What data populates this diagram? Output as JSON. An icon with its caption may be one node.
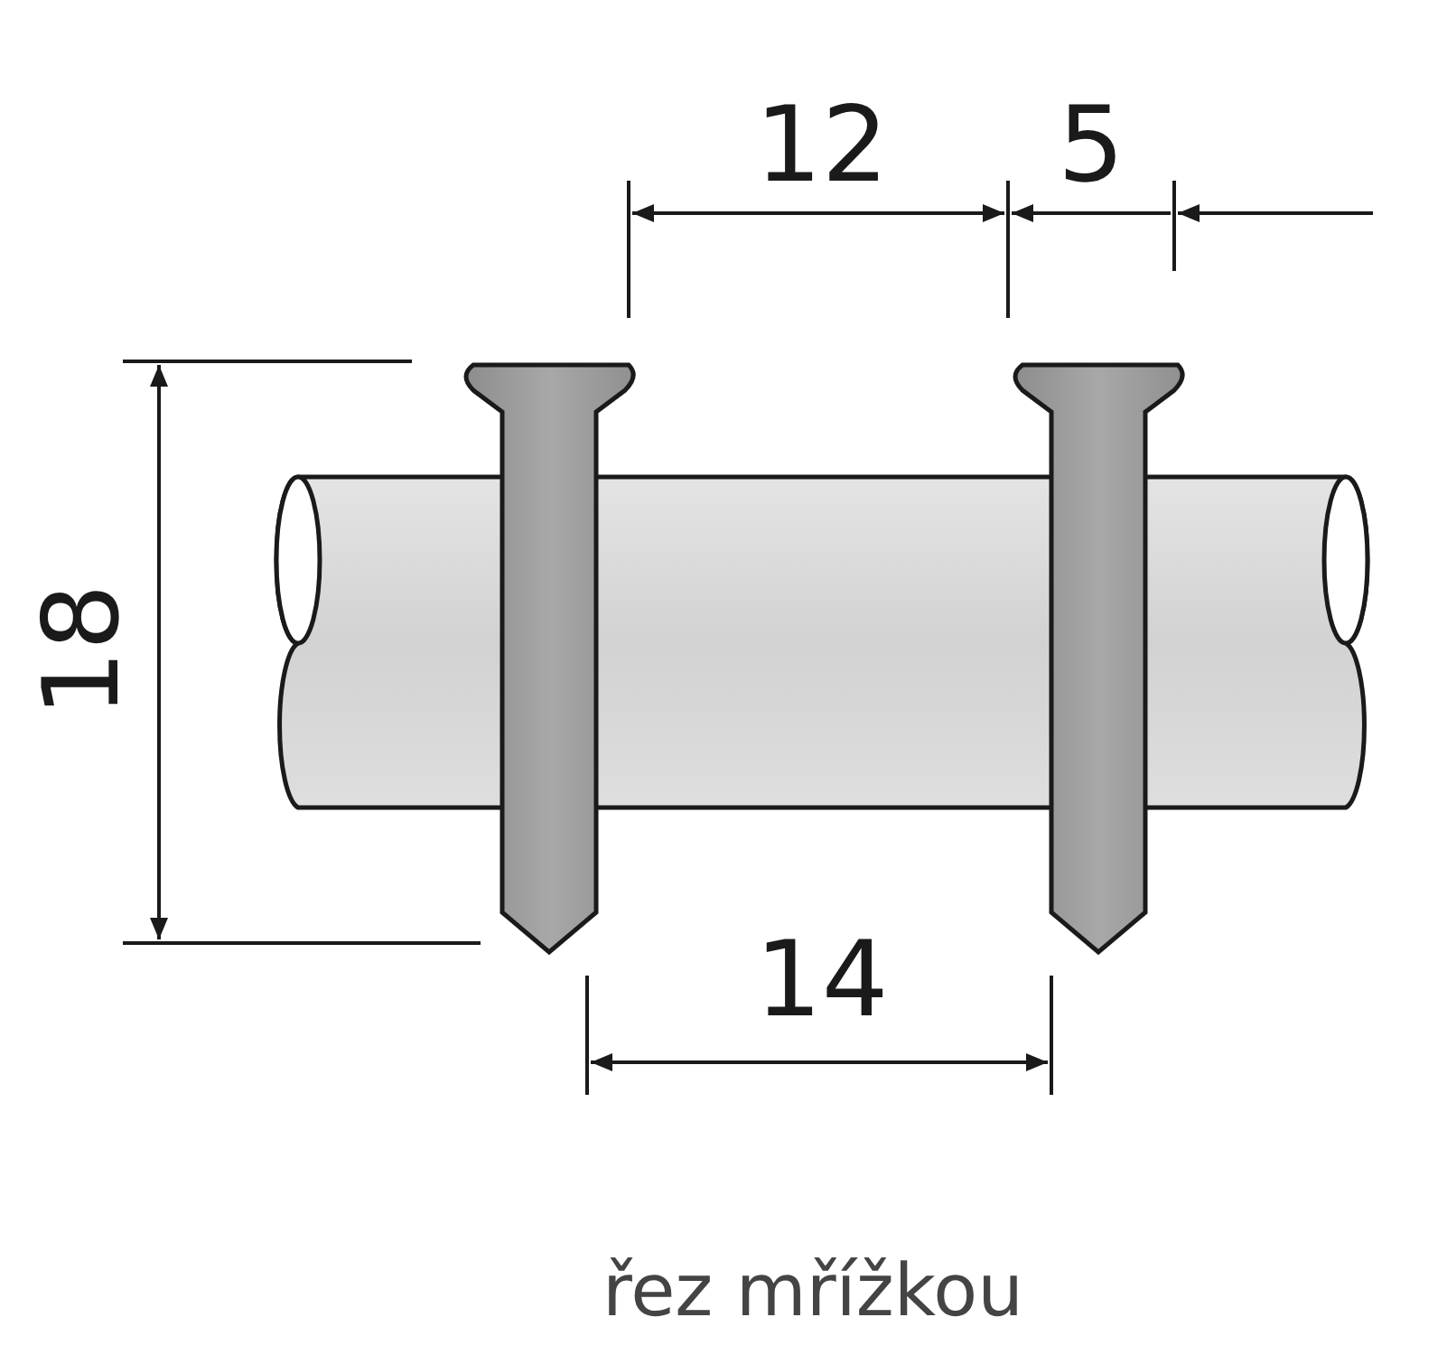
{
  "diagram": {
    "caption": "řez mřížkou",
    "labels": [
      "12",
      "5",
      "18",
      "14"
    ]
  }
}
